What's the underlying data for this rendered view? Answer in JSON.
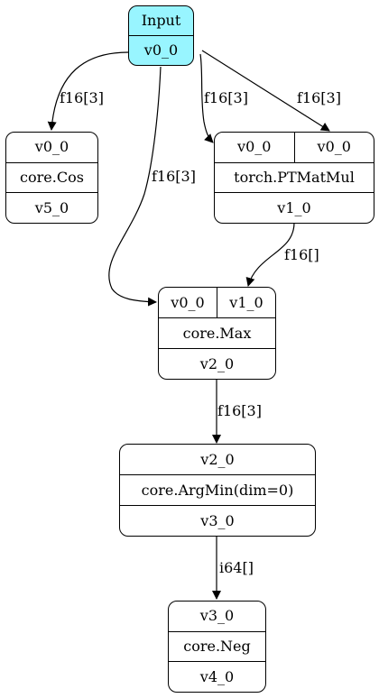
{
  "nodes": {
    "input": {
      "title": "Input",
      "output": "v0_0",
      "fill": "#98f5ff"
    },
    "cos": {
      "input": "v0_0",
      "op": "core.Cos",
      "output": "v5_0"
    },
    "matmul": {
      "inputs": [
        "v0_0",
        "v0_0"
      ],
      "op": "torch.PTMatMul",
      "output": "v1_0"
    },
    "max": {
      "inputs": [
        "v0_0",
        "v1_0"
      ],
      "op": "core.Max",
      "output": "v2_0"
    },
    "argmin": {
      "input": "v2_0",
      "op": "core.ArgMin(dim=0)",
      "output": "v3_0"
    },
    "neg": {
      "input": "v3_0",
      "op": "core.Neg",
      "output": "v4_0"
    }
  },
  "edges": [
    {
      "from": "input",
      "to": "cos",
      "label": "f16[3]"
    },
    {
      "from": "input",
      "to": "matmul",
      "label": "f16[3]"
    },
    {
      "from": "input",
      "to": "matmul",
      "label": "f16[3]"
    },
    {
      "from": "input",
      "to": "max",
      "label": "f16[3]"
    },
    {
      "from": "matmul",
      "to": "max",
      "label": "f16[]"
    },
    {
      "from": "max",
      "to": "argmin",
      "label": "f16[3]"
    },
    {
      "from": "argmin",
      "to": "neg",
      "label": "i64[]"
    }
  ]
}
